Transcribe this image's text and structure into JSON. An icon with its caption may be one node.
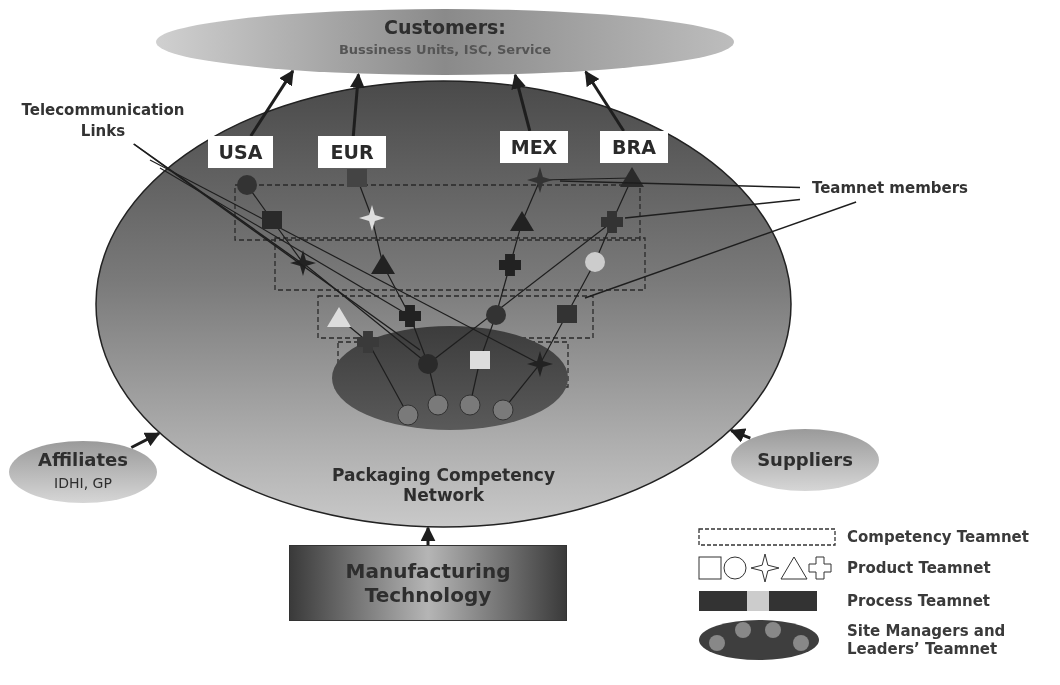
{
  "diagram": {
    "nodes": [
      {
        "text": [
          "Customers:",
          "Bussiness Units, ISC, Service"
        ]
      },
      {
        "text": [
          "Packaging Competency Network"
        ]
      },
      {
        "text": [
          "USA"
        ],
        "in": 1
      },
      {
        "text": [
          "EUR"
        ],
        "in": 1
      },
      {
        "text": [
          "MEX"
        ],
        "in": 1
      },
      {
        "text": [
          "BRA"
        ],
        "in": 1
      },
      {
        "text": [
          "Affiliates",
          "IDHI, GP"
        ]
      },
      {
        "text": [
          "Suppliers"
        ]
      },
      {
        "text": [
          "Manufacturing Technology"
        ]
      },
      {
        "text": [
          "Telecommunication Links"
        ]
      },
      {
        "text": [
          "Teamnet members"
        ]
      }
    ],
    "edges": [
      {
        "from": 2,
        "to": 0,
        "arrow": "to"
      },
      {
        "from": 3,
        "to": 0,
        "arrow": "to"
      },
      {
        "from": 4,
        "to": 0,
        "arrow": "to"
      },
      {
        "from": 5,
        "to": 0,
        "arrow": "to"
      },
      {
        "from": 6,
        "to": 1,
        "arrow": "to"
      },
      {
        "from": 7,
        "to": 1,
        "arrow": "to"
      },
      {
        "from": 8,
        "to": 1,
        "arrow": "to"
      },
      {
        "from": 9,
        "to": null,
        "arrow": "none"
      },
      {
        "from": 9,
        "to": null,
        "arrow": "none"
      },
      {
        "from": 10,
        "to": null,
        "arrow": "none"
      },
      {
        "from": 10,
        "to": null,
        "arrow": "none"
      },
      {
        "from": 10,
        "to": null,
        "arrow": "none"
      }
    ],
    "legend": [
      {
        "text": "Competency Teamnet"
      },
      {
        "text": "Product Teamnet"
      },
      {
        "text": "Process Teamnet"
      },
      {
        "text": "Site Managers and Leaders’ Teamnet"
      }
    ]
  }
}
